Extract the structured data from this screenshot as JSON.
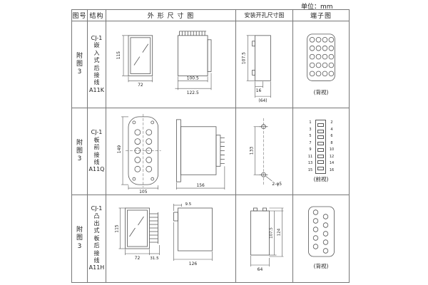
{
  "unit_label": "单位：mm",
  "header": {
    "figure": "图号",
    "structure": "结构",
    "outline": "外 形 尺 寸 图",
    "mounting": "安装开孔尺寸图",
    "terminal": "端子图"
  },
  "rows": [
    {
      "figure": "附\n图\n3",
      "structure": "CJ-1\n嵌\n入\n式\n后\n接\n线\nA11K",
      "outline": {
        "height": "115",
        "width": "72",
        "body_depth": "100.5",
        "total_depth": "122.5"
      },
      "mounting": {
        "cutout_height": "107.5",
        "notch": "16",
        "cutout_width": "(64)"
      },
      "terminal": {
        "view": "(背视)"
      }
    },
    {
      "figure": "附\n图\n3",
      "structure": "CJ-1\n板\n前\n接\n线\nA11Q",
      "outline": {
        "height": "149",
        "width": "105",
        "depth": "156"
      },
      "mounting": {
        "hole_spacing": "133",
        "holes": "2-φ5"
      },
      "terminal": {
        "view": "(前视)",
        "left_nums": "1\n3\n5\n7\n9\n11\n13\n15",
        "right_nums": "2\n4\n6\n8\n10\n12\n14\n16"
      }
    },
    {
      "figure": "附\n图\n3",
      "structure": "CJ-1\n凸\n出\n式\n板\n后\n接\n线\nA11H",
      "outline": {
        "height": "115",
        "width": "72",
        "pin_depth": "31.5",
        "step": "9.5",
        "body_depth": "126"
      },
      "mounting": {
        "inner_height": "107.5",
        "outer_height": "124",
        "width": "64"
      },
      "terminal": {
        "view": "(背视)"
      }
    }
  ]
}
